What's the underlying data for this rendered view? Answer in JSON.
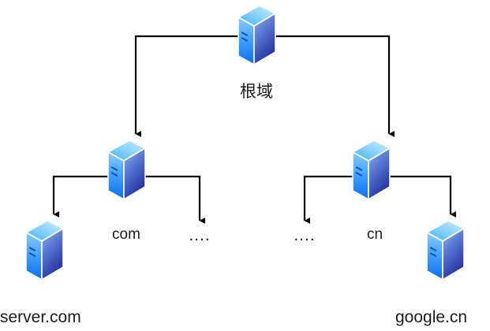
{
  "diagram": {
    "title_text": "",
    "background_color": "#ffffff",
    "line_color": "#000000",
    "text_color": "#1b1b1b",
    "icon_colors": {
      "top_face_light": "#aee4fb",
      "top_face_dark": "#49b6f5",
      "left_face_light": "#63b8fb",
      "left_face_dark": "#0d7cf2",
      "front_face_light": "#7e9fe4",
      "front_face_dark": "#2b3ea8",
      "outline": "#ffffff",
      "led": "#1a6fd4"
    },
    "nodes": [
      {
        "id": "root",
        "label": "根域",
        "icon": "server-icon",
        "level": 0
      },
      {
        "id": "com",
        "label": "com",
        "icon": "server-icon",
        "level": 1
      },
      {
        "id": "cn",
        "label": "cn",
        "icon": "server-icon",
        "level": 1
      },
      {
        "id": "server-com",
        "label": "server.com",
        "icon": "server-icon",
        "level": 2
      },
      {
        "id": "google-cn",
        "label": "google.cn",
        "icon": "server-icon",
        "level": 2
      }
    ],
    "ellipsis_labels": [
      {
        "id": "ellipsis-com",
        "label": "...."
      },
      {
        "id": "ellipsis-cn",
        "label": "...."
      }
    ],
    "edges": [
      {
        "from": "root",
        "to": "com",
        "arrow": true
      },
      {
        "from": "root",
        "to": "cn",
        "arrow": true
      },
      {
        "from": "com",
        "to": "server-com",
        "arrow": true
      },
      {
        "from": "com",
        "to": "ellipsis-com",
        "arrow": true
      },
      {
        "from": "cn",
        "to": "ellipsis-cn",
        "arrow": true
      },
      {
        "from": "cn",
        "to": "google-cn",
        "arrow": true
      }
    ]
  }
}
